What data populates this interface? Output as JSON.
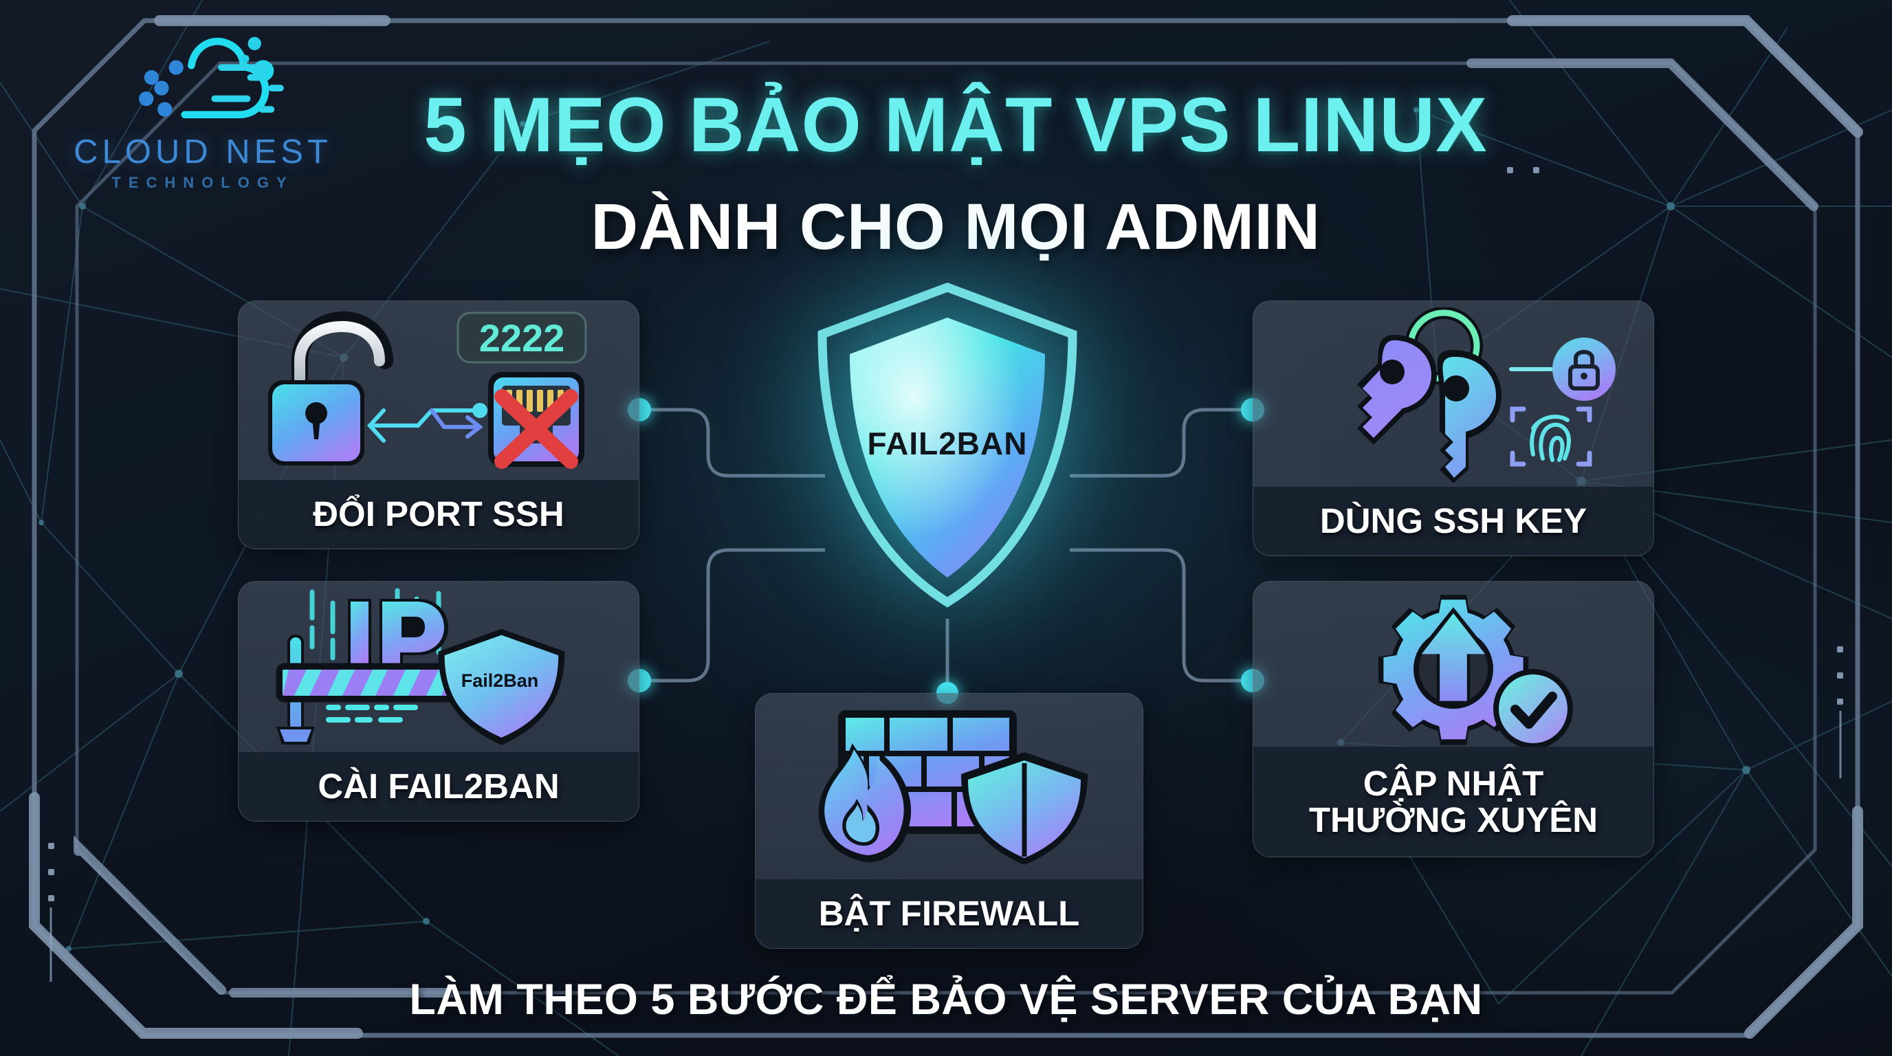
{
  "brand": {
    "name": "CLOUD NEST",
    "tagline": "TECHNOLOGY",
    "logo_icon": "cloud-speed-lines-icon"
  },
  "header": {
    "title": "5 MẸO BẢO MẬT VPS LINUX",
    "subtitle": "DÀNH CHO MỌI ADMIN"
  },
  "center": {
    "shield_label": "FAIL2BAN",
    "icon": "shield-icon"
  },
  "cards": [
    {
      "id": "doi-port-ssh",
      "label": "ĐỔI PORT SSH",
      "badge": "2222",
      "icons": [
        "open-padlock-icon",
        "ethernet-port-blocked-icon",
        "arrow-swap-icon"
      ]
    },
    {
      "id": "dung-ssh-key",
      "label": "DÙNG SSH KEY",
      "icons": [
        "keys-icon",
        "lock-badge-icon",
        "fingerprint-scan-icon"
      ]
    },
    {
      "id": "cai-fail2ban",
      "label": "CÀI FAIL2BAN",
      "icons": [
        "barrier-gate-icon",
        "ip-text-icon",
        "fail2ban-shield-icon"
      ],
      "shield_text": "Fail2Ban",
      "ip_text": "IP"
    },
    {
      "id": "cap-nhat-thuong-xuyen",
      "label_line1": "CẬP NHẬT",
      "label_line2": "THƯỜNG XUYÊN",
      "icons": [
        "gear-icon",
        "up-arrow-icon",
        "check-circle-icon"
      ]
    },
    {
      "id": "bat-firewall",
      "label": "BẬT FIREWALL",
      "icons": [
        "brick-wall-icon",
        "flame-icon",
        "shield-icon"
      ]
    }
  ],
  "footer": {
    "text": "LÀM THEO 5 BƯỚC ĐỂ BẢO VỆ SERVER CỦA BẠN"
  },
  "colors": {
    "background": "#0e1724",
    "title_cyan": "#6cf0ef",
    "accent_cyan": "#3ce8f2",
    "badge_cyan": "#5fe8d8",
    "card_bg": "#474f5f",
    "card_foot": "#171f2d",
    "logo_blue": "#3d89d6",
    "frame_steel": "#6d8099",
    "white": "#ffffff"
  }
}
